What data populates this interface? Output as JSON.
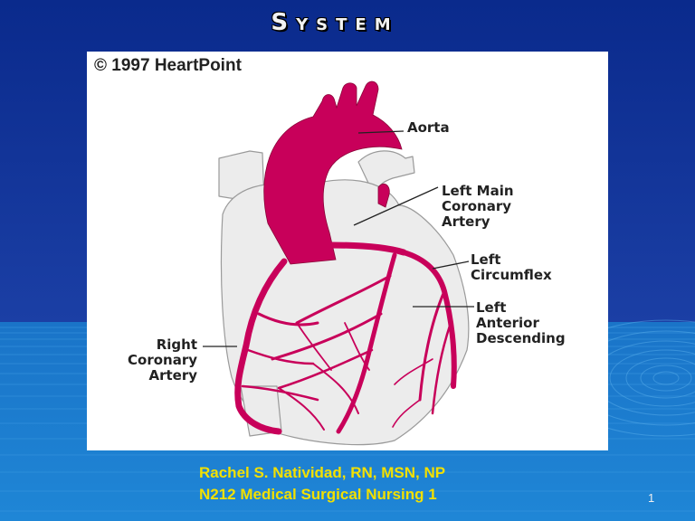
{
  "slide": {
    "title": "System",
    "copyright": "© 1997 HeartPoint",
    "labels": {
      "aorta": "Aorta",
      "left_main_1": "Left Main",
      "left_main_2": "Coronary",
      "left_main_3": "Artery",
      "circumflex_1": "Left",
      "circumflex_2": "Circumflex",
      "lad_1": "Left",
      "lad_2": "Anterior",
      "lad_3": "Descending",
      "rca_1": "Right",
      "rca_2": "Coronary",
      "rca_3": "Artery"
    },
    "footer_line1": "Rachel S. Natividad, RN, MSN, NP",
    "footer_line2": "N212 Medical Surgical Nursing 1",
    "page_number": "1"
  },
  "colors": {
    "artery": "#c8005a",
    "background_top": "#0a2a8c",
    "background_bottom": "#1e7fd2",
    "footer_text": "#f2e000"
  }
}
